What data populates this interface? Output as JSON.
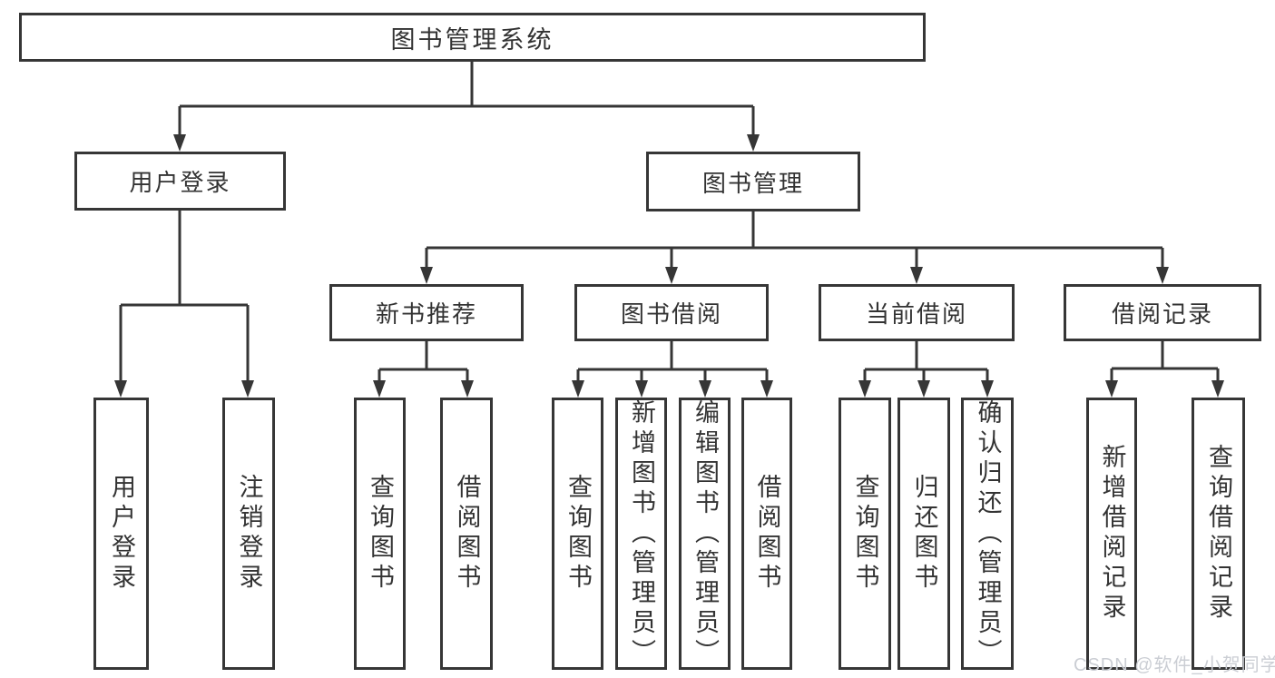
{
  "diagram": {
    "tree": {
      "label": "图书管理系统",
      "children": [
        {
          "label": "用户登录",
          "children": [
            {
              "label": "用户登录"
            },
            {
              "label": "注销登录"
            }
          ]
        },
        {
          "label": "图书管理",
          "children": [
            {
              "label": "新书推荐",
              "children": [
                {
                  "label": "查询图书"
                },
                {
                  "label": "借阅图书"
                }
              ]
            },
            {
              "label": "图书借阅",
              "children": [
                {
                  "label": "查询图书"
                },
                {
                  "label": "新增图书（管理员）"
                },
                {
                  "label": "编辑图书（管理员）"
                },
                {
                  "label": "借阅图书"
                }
              ]
            },
            {
              "label": "当前借阅",
              "children": [
                {
                  "label": "查询图书"
                },
                {
                  "label": "归还图书"
                },
                {
                  "label": "确认归还（管理员）"
                }
              ]
            },
            {
              "label": "借阅记录",
              "children": [
                {
                  "label": "新增借阅记录"
                },
                {
                  "label": "查询借阅记录"
                }
              ]
            }
          ]
        }
      ]
    },
    "watermark": {
      "text": "CSDN @软件_小贺同学"
    },
    "colors": {
      "line": "#363636",
      "text": "#333333",
      "background": "#ffffff",
      "watermark": "#cbced4"
    }
  }
}
